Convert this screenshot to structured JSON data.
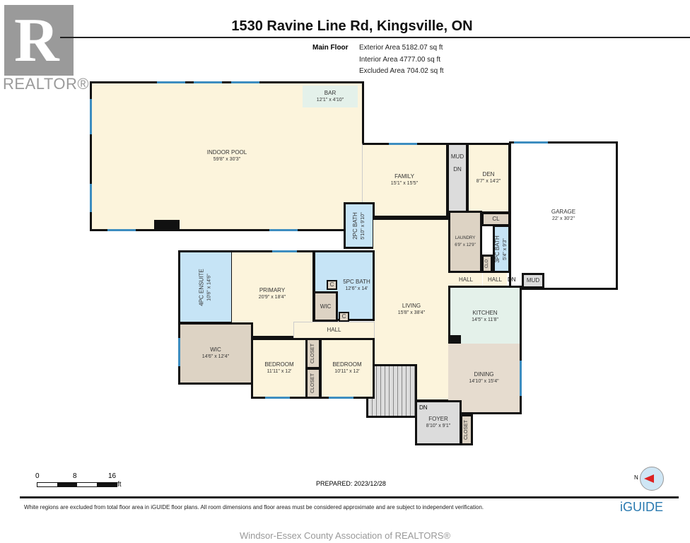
{
  "header": {
    "logo_text": "REALTOR®",
    "logo_letter": "R",
    "title": "1530 Ravine Line Rd, Kingsville, ON",
    "floor": "Main Floor",
    "exterior_area": "Exterior Area 5182.07 sq ft",
    "interior_area": "Interior Area 4777.00 sq ft",
    "excluded_area": "Excluded Area 704.02 sq ft"
  },
  "rooms": {
    "pool": {
      "name": "INDOOR POOL",
      "dims": "59'8\" x 30'3\""
    },
    "bar": {
      "name": "BAR",
      "dims": "12'1\" x 4'10\""
    },
    "family": {
      "name": "FAMILY",
      "dims": "15'1\" x 15'5\""
    },
    "mud1": {
      "name": "MUD"
    },
    "stairs1": {
      "name": "DN"
    },
    "den": {
      "name": "DEN",
      "dims": "8'7\" x 14'2\""
    },
    "garage": {
      "name": "GARAGE",
      "dims": "22' x 30'2\""
    },
    "bath2": {
      "name": "2PC BATH",
      "dims": "5'10\" x 9'10\""
    },
    "living": {
      "name": "LIVING",
      "dims": "15'8\" x 38'4\""
    },
    "laundry": {
      "name": "LAUNDRY",
      "dims": "6'9\" x 12'9\""
    },
    "cl": {
      "name": "CL"
    },
    "clo": {
      "name": "CLO"
    },
    "bath3": {
      "name": "3PC BATH",
      "dims": "5'4\" x 9'3\""
    },
    "hall1": {
      "name": "HALL"
    },
    "hall2": {
      "name": "HALL"
    },
    "dn2": {
      "name": "DN"
    },
    "mud2": {
      "name": "MUD"
    },
    "kitchen": {
      "name": "KITCHEN",
      "dims": "14'5\" x 11'8\""
    },
    "dining": {
      "name": "DINING",
      "dims": "14'10\" x 15'4\""
    },
    "foyer": {
      "name": "FOYER",
      "dims": "8'10\" x 9'1\""
    },
    "closet_foyer": {
      "name": "CLOSET"
    },
    "dn3": {
      "name": "DN"
    },
    "ensuite": {
      "name": "4PC ENSUITE",
      "dims": "10'6\" x 14'6\""
    },
    "primary": {
      "name": "PRIMARY",
      "dims": "20'9\" x 18'4\""
    },
    "bath5": {
      "name": "5PC BATH",
      "dims": "12'6\" x 14'"
    },
    "c1": {
      "name": "C"
    },
    "c2": {
      "name": "C"
    },
    "wic_small": {
      "name": "WIC"
    },
    "hall3": {
      "name": "HALL"
    },
    "wic_large": {
      "name": "WIC",
      "dims": "14'6\" x 12'4\""
    },
    "bedroom1": {
      "name": "BEDROOM",
      "dims": "11'11\" x 12'"
    },
    "closet1": {
      "name": "CLOSET"
    },
    "closet2": {
      "name": "CLOSET"
    },
    "bedroom2": {
      "name": "BEDROOM",
      "dims": "10'11\" x 12'"
    }
  },
  "scale": {
    "ticks": [
      "0",
      "8",
      "16"
    ],
    "unit": "ft"
  },
  "compass": {
    "label": "N"
  },
  "prepared": "PREPARED: 2023/12/28",
  "disclaimer": "White regions are excluded from total floor area in iGUIDE floor plans. All room dimensions and floor areas must be considered approximate and are subject to independent verification.",
  "brand": "iGUIDE",
  "footer": "Windsor-Essex County Association of REALTORS®",
  "colors": {
    "wall": "#111111",
    "window": "#3d8dc0",
    "living": "#fcf4dc",
    "bath": "#c6e4f6",
    "utility": "#ddd3c4",
    "kitchen": "#e4f1ea"
  }
}
